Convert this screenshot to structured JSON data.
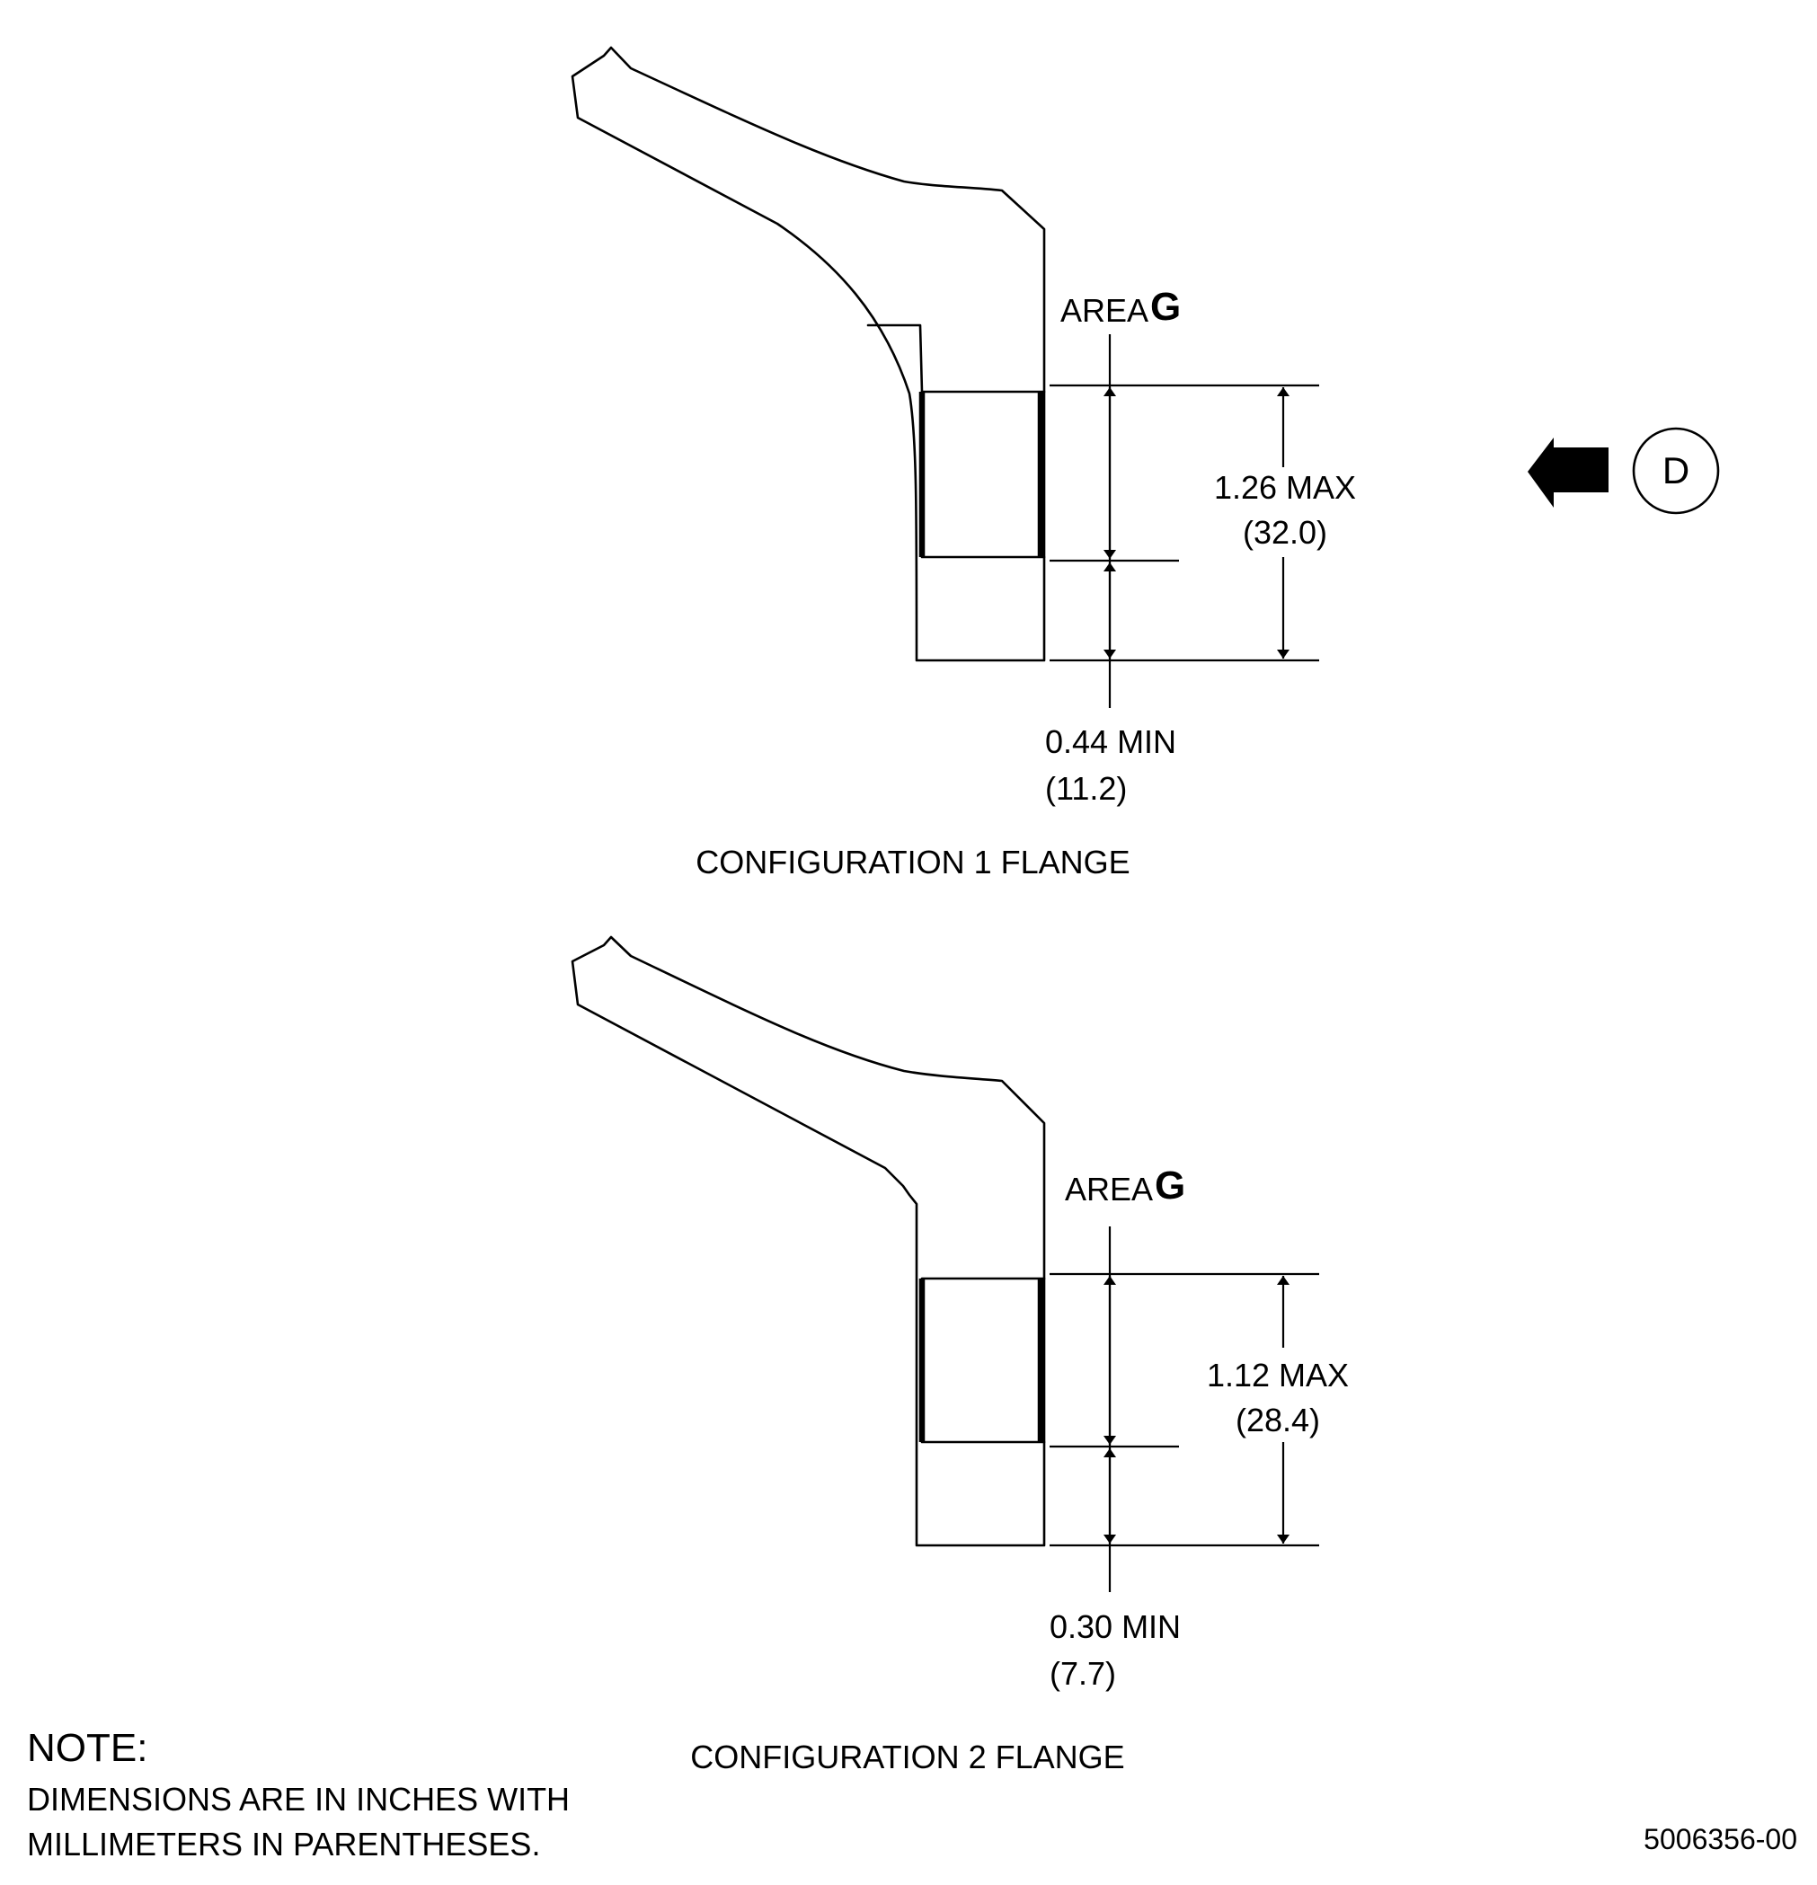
{
  "config1": {
    "area_label": "AREA",
    "area_letter": "G",
    "max_dim": "1.26 MAX",
    "max_dim_mm": "(32.0)",
    "min_dim": "0.44 MIN",
    "min_dim_mm": "(11.2)",
    "caption": "CONFIGURATION 1 FLANGE"
  },
  "config2": {
    "area_label": "AREA",
    "area_letter": "G",
    "max_dim": "1.12 MAX",
    "max_dim_mm": "(28.4)",
    "min_dim": "0.30 MIN",
    "min_dim_mm": "(7.7)",
    "caption": "CONFIGURATION 2 FLANGE"
  },
  "view_marker": {
    "letter": "D"
  },
  "note": {
    "heading": "NOTE:",
    "line1": "DIMENSIONS ARE IN INCHES WITH",
    "line2": "MILLIMETERS IN PARENTHESES."
  },
  "drawing_number": "5006356-00"
}
